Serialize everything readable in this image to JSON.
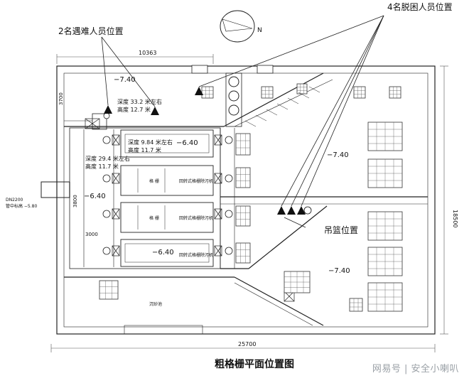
{
  "labels": {
    "people_2": "2名遇难人员位置",
    "people_4": "4名脱困人员位置",
    "basket": "吊篮位置",
    "title": "粗格栅平面位置图",
    "watermark": "网易号 | 安全小喇叭",
    "north": "N"
  },
  "dims": {
    "top_len": "10363",
    "total_len": "25700",
    "height": "18500",
    "left_a": "3700",
    "left_b": "3800",
    "inner": "3000"
  },
  "levels": {
    "topleft": "−7.40",
    "mid_right": "−7.40",
    "low_right": "−7.40",
    "screen1": "−6.40",
    "screen4": "−6.40",
    "left_ch": "−6.40"
  },
  "notes": {
    "n1_depth": "深度 33.2 米左右",
    "n1_height": "高度 12.7 米",
    "n2_depth": "深度 9.84 米左右",
    "n2_height": "高度 11.7 米",
    "n3_depth": "深度 29.4 米左右",
    "n3_height": "高度 11.7 米"
  },
  "pipe": {
    "diameter": "DN2200",
    "elevation": "管中标高 −5.80"
  },
  "rooms": {
    "screen_a": "格 栅",
    "screen_b": "回转式格栅除污机",
    "lower_room": "沉砂池"
  }
}
